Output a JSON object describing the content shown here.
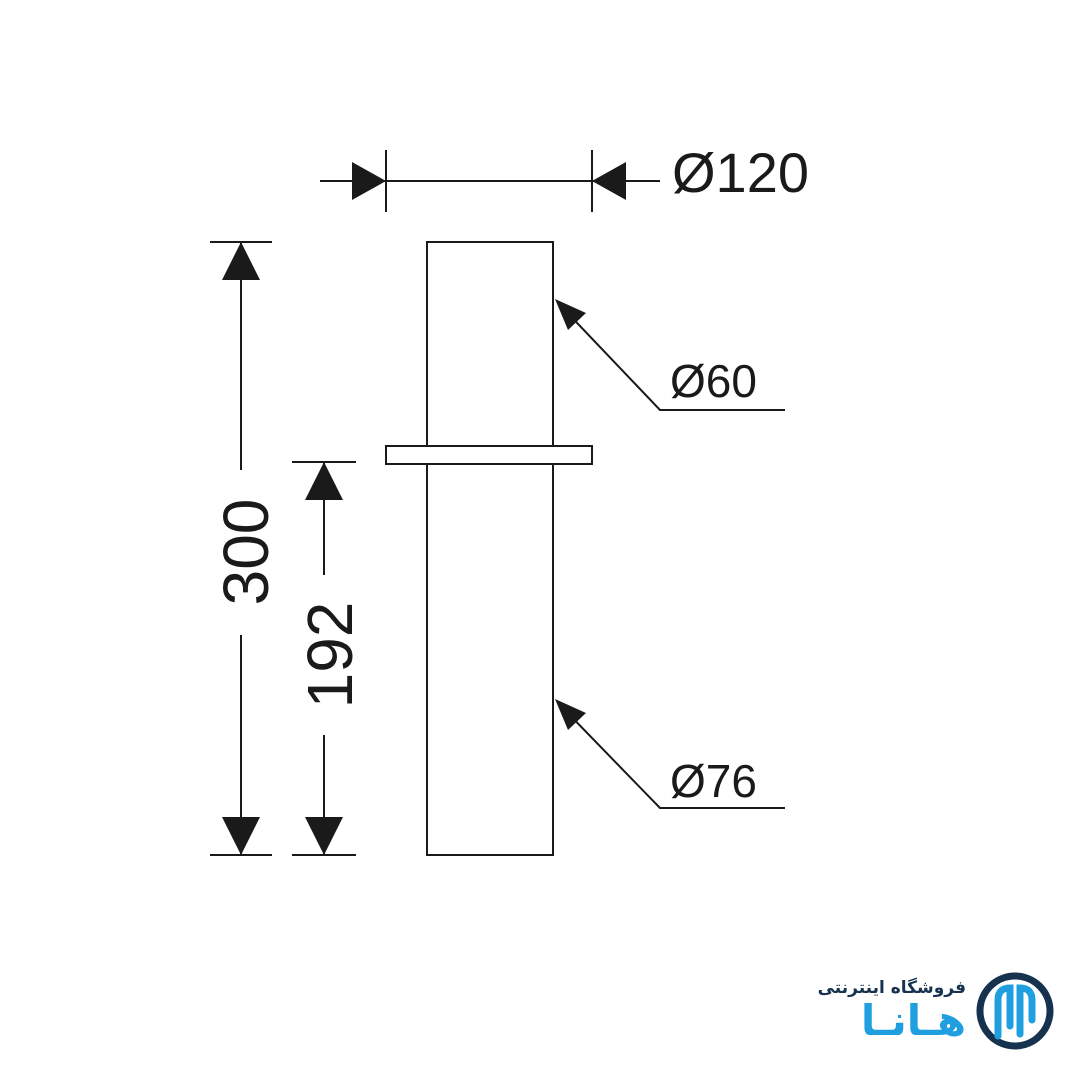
{
  "dimensions": {
    "top_diameter": "Ø120",
    "upper_diameter": "Ø60",
    "lower_diameter": "Ø76",
    "total_height": "300",
    "lower_height": "192"
  },
  "logo": {
    "subtitle": "فروشگاه اینترنتی",
    "name": "هـانـا",
    "colors": {
      "text_dark": "#16324f",
      "accent": "#1f9fe0"
    }
  },
  "colors": {
    "line": "#1a1a1a",
    "background": "#ffffff"
  }
}
